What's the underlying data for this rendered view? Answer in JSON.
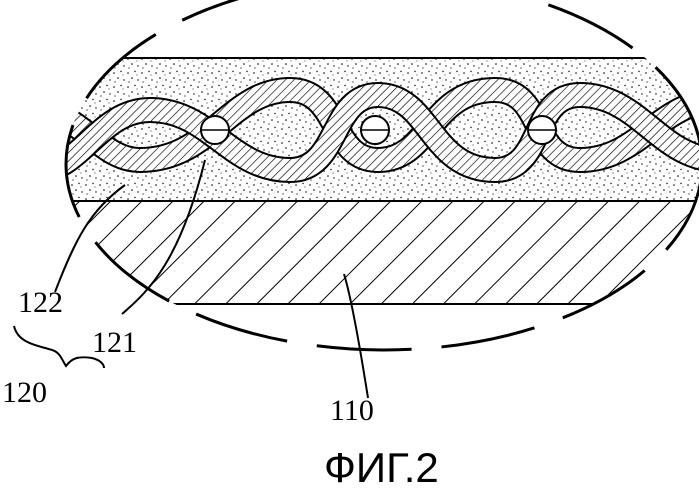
{
  "figure": {
    "labels": {
      "l110": "110",
      "l120": "120",
      "l121": "121",
      "l122": "122"
    },
    "caption": "ФИГ.2"
  },
  "colors": {
    "ink": "#000000",
    "paper": "#ffffff"
  }
}
